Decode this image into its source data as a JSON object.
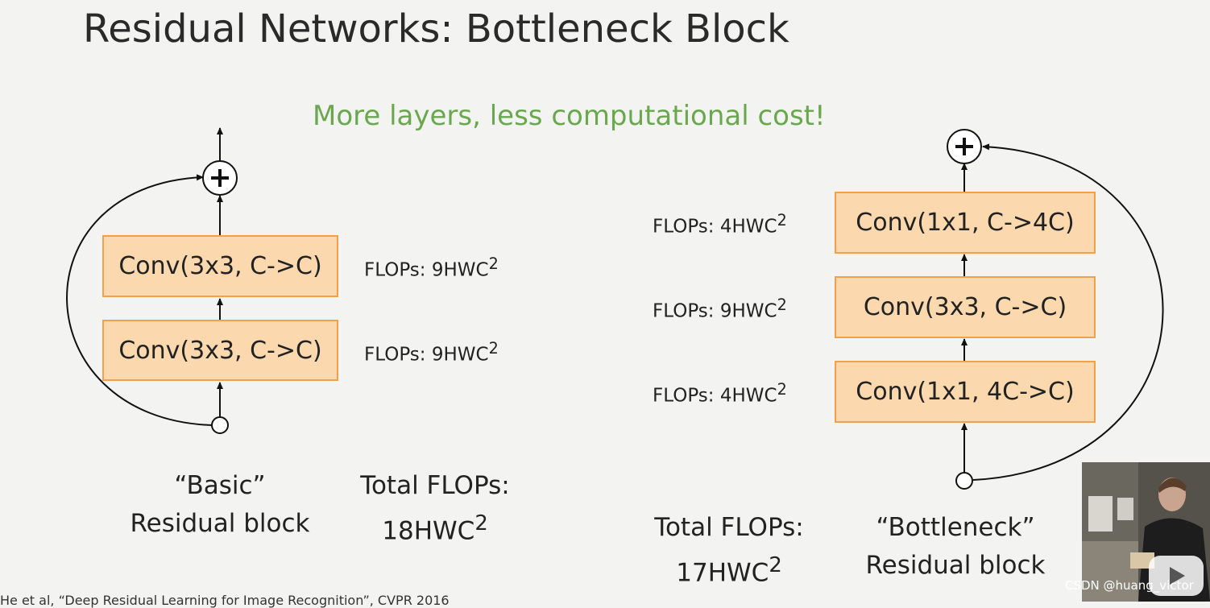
{
  "title": "Residual Networks: Bottleneck Block",
  "subtitle": "More layers, less computational cost!",
  "basic_block": {
    "layers": [
      {
        "label": "Conv(3x3, C->C)",
        "flops": "FLOPs: 9HWC",
        "flops_exp": "2"
      },
      {
        "label": "Conv(3x3, C->C)",
        "flops": "FLOPs: 9HWC",
        "flops_exp": "2"
      }
    ],
    "caption_line1": "“Basic”",
    "caption_line2": "Residual block",
    "total_line1": "Total FLOPs:",
    "total_line2": "18HWC",
    "total_exp": "2"
  },
  "bottleneck_block": {
    "layers": [
      {
        "label": "Conv(1x1, C->4C)",
        "flops": "FLOPs: 4HWC",
        "flops_exp": "2"
      },
      {
        "label": "Conv(3x3, C->C)",
        "flops": "FLOPs: 9HWC",
        "flops_exp": "2"
      },
      {
        "label": "Conv(1x1, 4C->C)",
        "flops": "FLOPs: 4HWC",
        "flops_exp": "2"
      }
    ],
    "caption_line1": "“Bottleneck”",
    "caption_line2": "Residual block",
    "total_line1": "Total FLOPs:",
    "total_line2": "17HWC",
    "total_exp": "2"
  },
  "citation": "He et al, “Deep Residual Learning for Image Recognition”, CVPR 2016",
  "watermark": "CSDN @huang_victor",
  "colors": {
    "box_fill": "#fbd8ad",
    "box_border": "#f0a14a",
    "subtitle": "#6aa84f"
  }
}
